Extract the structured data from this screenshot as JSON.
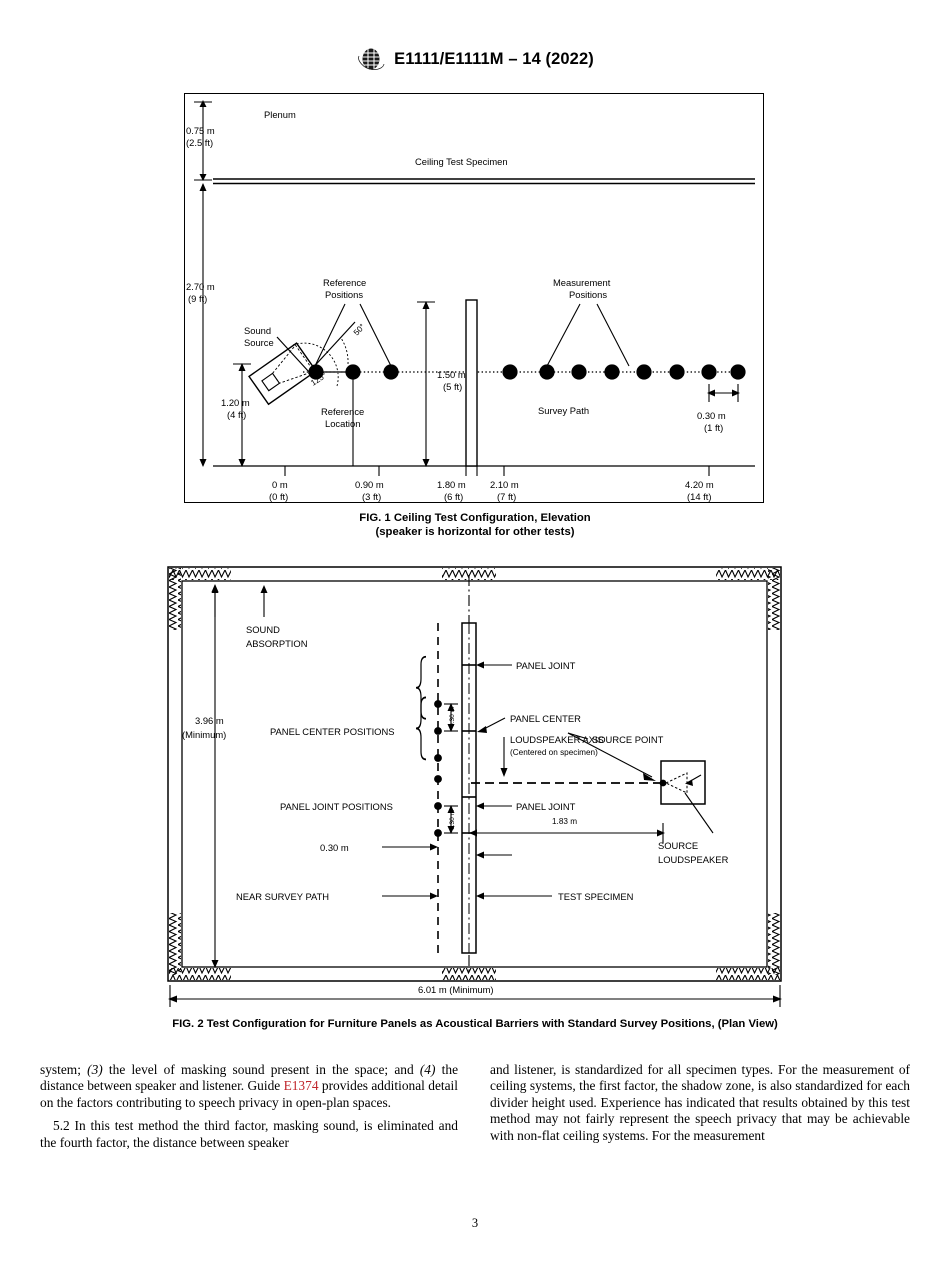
{
  "header": {
    "logo_alt": "ASTM International logo",
    "title": "E1111/E1111M – 14 (2022)"
  },
  "figure1": {
    "caption_line1": "FIG. 1  Ceiling Test Configuration, Elevation",
    "caption_line2": "(speaker is horizontal for other tests)",
    "labels": {
      "plenum": "Plenum",
      "ceiling_specimen": "Ceiling Test Specimen",
      "sound_source_l1": "Sound",
      "sound_source_l2": "Source",
      "reference_positions_l1": "Reference",
      "reference_positions_l2": "Positions",
      "reference_location_l1": "Reference",
      "reference_location_l2": "Location",
      "measurement_positions_l1": "Measurement",
      "measurement_positions_l2": "Positions",
      "survey_path": "Survey Path",
      "angle_50": "50°",
      "angle_125": "125°"
    },
    "vertical_dims": [
      {
        "m": "0.75 m",
        "ft": "(2.5 ft)"
      },
      {
        "m": "2.70 m",
        "ft": "(9 ft)"
      },
      {
        "m": "1.20 m",
        "ft": "(4 ft)"
      },
      {
        "m": "1.50 m",
        "ft": "(5 ft)"
      },
      {
        "m": "0.30 m",
        "ft": "(1 ft)"
      }
    ],
    "axis_ticks": [
      {
        "m": "0 m",
        "ft": "(0 ft)"
      },
      {
        "m": "0.90 m",
        "ft": "(3 ft)"
      },
      {
        "m": "1.80 m",
        "ft": "(6 ft)"
      },
      {
        "m": "2.10 m",
        "ft": "(7 ft)"
      },
      {
        "m": "4.20 m",
        "ft": "(14 ft)"
      }
    ],
    "reference_dot_count": 3,
    "measurement_dot_count": 8
  },
  "figure2": {
    "caption": "FIG. 2  Test Configuration for Furniture Panels as Acoustical Barriers with Standard Survey Positions, (Plan View)",
    "labels": {
      "sound_absorption_l1": "SOUND",
      "sound_absorption_l2": "ABSORPTION",
      "room_height_l1": "3.96 m",
      "room_height_l2": "(Minimum)",
      "panel_center_positions": "PANEL CENTER POSITIONS",
      "panel_joint_positions": "PANEL JOINT POSITIONS",
      "spacing_upper": "0.30 m",
      "spacing_lower": "0.30 m",
      "offset_dim": "0.30 m",
      "panel_joint_top": "PANEL JOINT",
      "panel_center": "PANEL CENTER",
      "loudspeaker_axis": "LOUDSPEAKER AXIS",
      "loudspeaker_axis_note": "(Centered on specimen)",
      "source_point": "SOURCE POINT",
      "panel_joint_bottom": "PANEL JOINT",
      "source_distance": "1.83 m",
      "source_loudspeaker_l1": "SOURCE",
      "source_loudspeaker_l2": "LOUDSPEAKER",
      "near_survey_path": "NEAR SURVEY PATH",
      "test_specimen": "TEST SPECIMEN",
      "room_width": "6.01 m (Minimum)"
    },
    "panel_center_dot_count": 3,
    "panel_joint_dot_count": 3
  },
  "body": {
    "left": {
      "p1_a": "system; ",
      "p1_i1": "(3)",
      "p1_b": " the level of masking sound present in the space; and ",
      "p1_i2": "(4)",
      "p1_c": " the distance between speaker and listener. Guide ",
      "p1_xref": "E1374",
      "p1_d": " provides additional detail on the factors contributing to speech privacy in open-plan spaces.",
      "p2": "5.2  In this test method the third factor, masking sound, is eliminated and the fourth factor, the distance between speaker"
    },
    "right": {
      "p1": "and listener, is standardized for all specimen types. For the measurement of ceiling systems, the first factor, the shadow zone, is also standardized for each divider height used. Experience has indicated that results obtained by this test method may not fairly represent the speech privacy that may be achievable with non-flat ceiling systems. For the measurement"
    }
  },
  "page_number": "3"
}
